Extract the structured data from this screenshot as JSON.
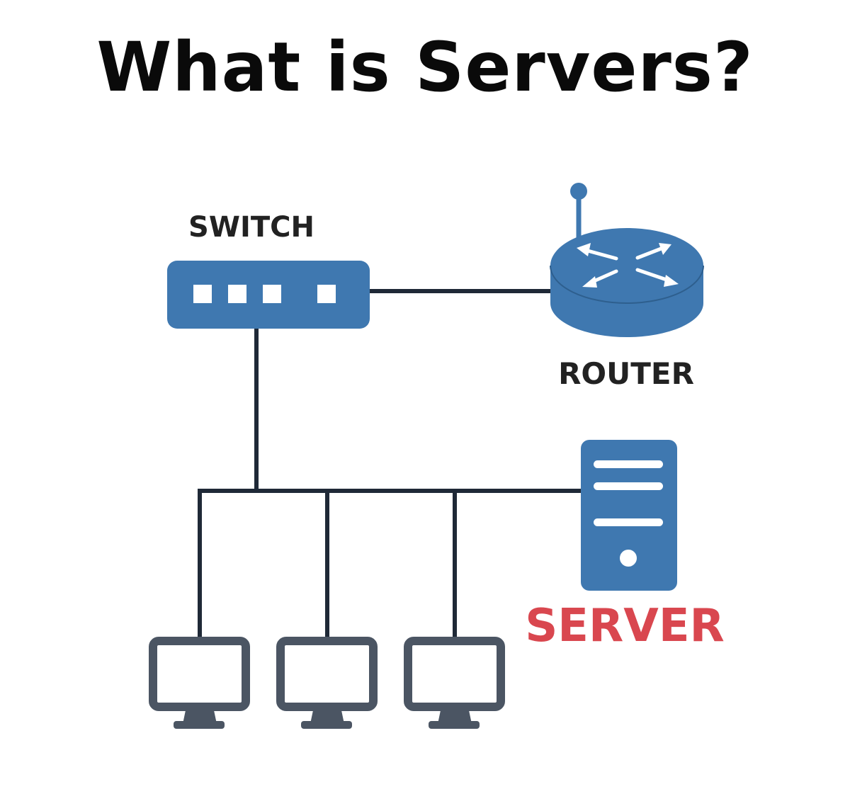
{
  "title": "What is Servers?",
  "labels": {
    "switch": "SWITCH",
    "router": "ROUTER",
    "server": "SERVER"
  },
  "colors": {
    "device_blue": "#3f78b0",
    "monitor_gray": "#4b5563",
    "line": "#1f2937",
    "server_label": "#d9474f",
    "label_text": "#222222"
  },
  "devices": {
    "switch": "switch-icon",
    "router": "router-icon",
    "server": "server-icon",
    "computers": [
      "monitor-icon",
      "monitor-icon",
      "monitor-icon"
    ]
  }
}
